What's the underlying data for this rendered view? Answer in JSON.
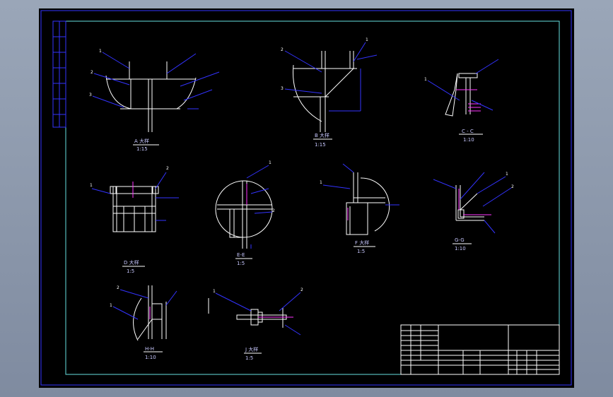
{
  "views": [
    {
      "id": "a",
      "title": "A 大样",
      "scale": "1:15"
    },
    {
      "id": "b",
      "title": "B 大样",
      "scale": "1:15"
    },
    {
      "id": "c",
      "title": "C - C",
      "scale": "1:10"
    },
    {
      "id": "d",
      "title": "D 大样",
      "scale": "1:5"
    },
    {
      "id": "e",
      "title": "E-E",
      "scale": "1:5"
    },
    {
      "id": "f",
      "title": "F 大样",
      "scale": "1:5"
    },
    {
      "id": "g",
      "title": "G-G",
      "scale": "1:10"
    },
    {
      "id": "h",
      "title": "H-H",
      "scale": "1:10"
    },
    {
      "id": "j",
      "title": "J 大样",
      "scale": "1:5"
    }
  ],
  "colors": {
    "background": "#000000",
    "frame": "#3333ff",
    "inner_frame": "#66e0e0",
    "geometry": "#ffffff",
    "weld_marks": "#ff33ff"
  }
}
